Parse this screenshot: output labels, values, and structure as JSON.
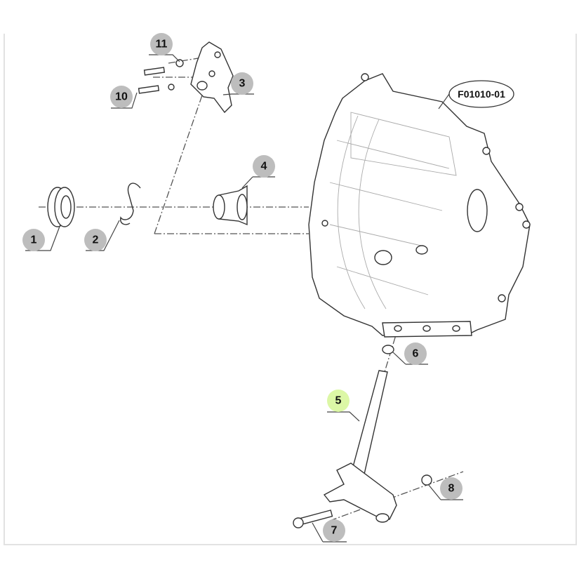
{
  "figure_id": "F01010-01",
  "callouts": [
    {
      "label": "1"
    },
    {
      "label": "2"
    },
    {
      "label": "3"
    },
    {
      "label": "4"
    },
    {
      "label": "5",
      "highlighted": true
    },
    {
      "label": "6"
    },
    {
      "label": "7"
    },
    {
      "label": "8"
    },
    {
      "label": "10"
    },
    {
      "label": "11"
    }
  ],
  "colors": {
    "callout": "#bdbdbd",
    "highlight": "#dcf7a6"
  }
}
